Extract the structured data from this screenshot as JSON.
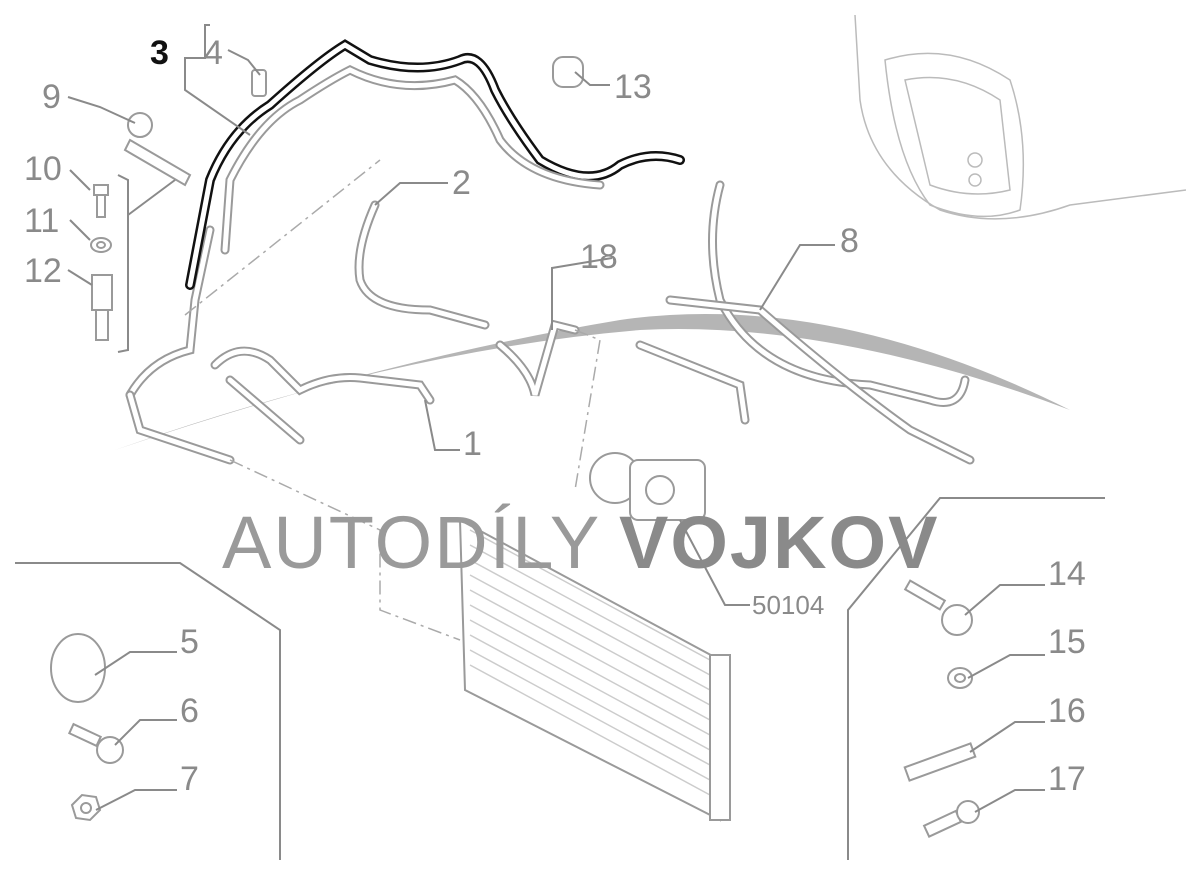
{
  "diagram": {
    "selected_part": "3",
    "labels": {
      "p1": "1",
      "p2": "2",
      "p3": "3",
      "p4": "4",
      "p5": "5",
      "p6": "6",
      "p7": "7",
      "p8": "8",
      "p9": "9",
      "p10": "10",
      "p11": "11",
      "p12": "12",
      "p13": "13",
      "p14": "14",
      "p15": "15",
      "p16": "16",
      "p17": "17",
      "p18": "18",
      "p50104": "50104"
    },
    "watermark": {
      "light": "AUTODÍLY",
      "bold": "VOJKOV"
    },
    "colors": {
      "label": "#8a8a8a",
      "selected": "#111111"
    }
  }
}
